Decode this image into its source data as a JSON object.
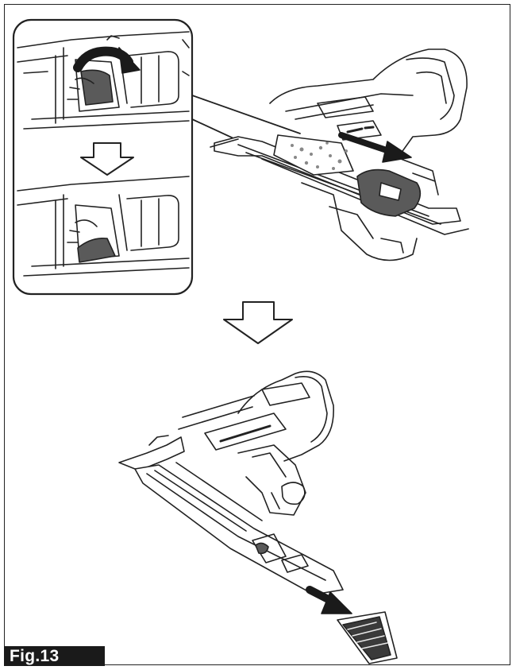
{
  "figure": {
    "label": "Fig.13"
  },
  "illustration": {
    "steps": [
      "inset-latch-rotation",
      "nail-tool-magazine-open",
      "nail-tool-remove-nails"
    ],
    "arrow_color": "#1a1a1a",
    "shade_color": "#5a5a5a"
  }
}
